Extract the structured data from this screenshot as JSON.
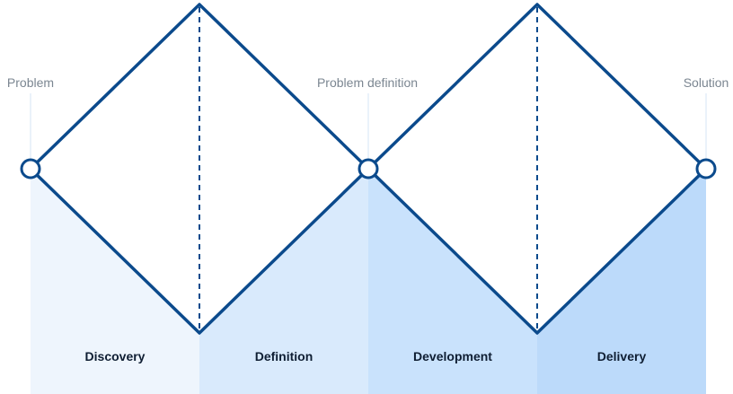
{
  "milestones": [
    {
      "label": "Problem"
    },
    {
      "label": "Problem definition"
    },
    {
      "label": "Solution"
    }
  ],
  "phases": [
    {
      "label": "Discovery",
      "color": "#eef5fd"
    },
    {
      "label": "Definition",
      "color": "#d9eafc"
    },
    {
      "label": "Development",
      "color": "#c9e2fc"
    },
    {
      "label": "Delivery",
      "color": "#bcdafa"
    }
  ],
  "colors": {
    "outline": "#0b4a8c",
    "guide": "#d6e6f5",
    "label": "#7b8691",
    "phase_text": "#0f1e33",
    "node_fill": "#ffffff"
  }
}
